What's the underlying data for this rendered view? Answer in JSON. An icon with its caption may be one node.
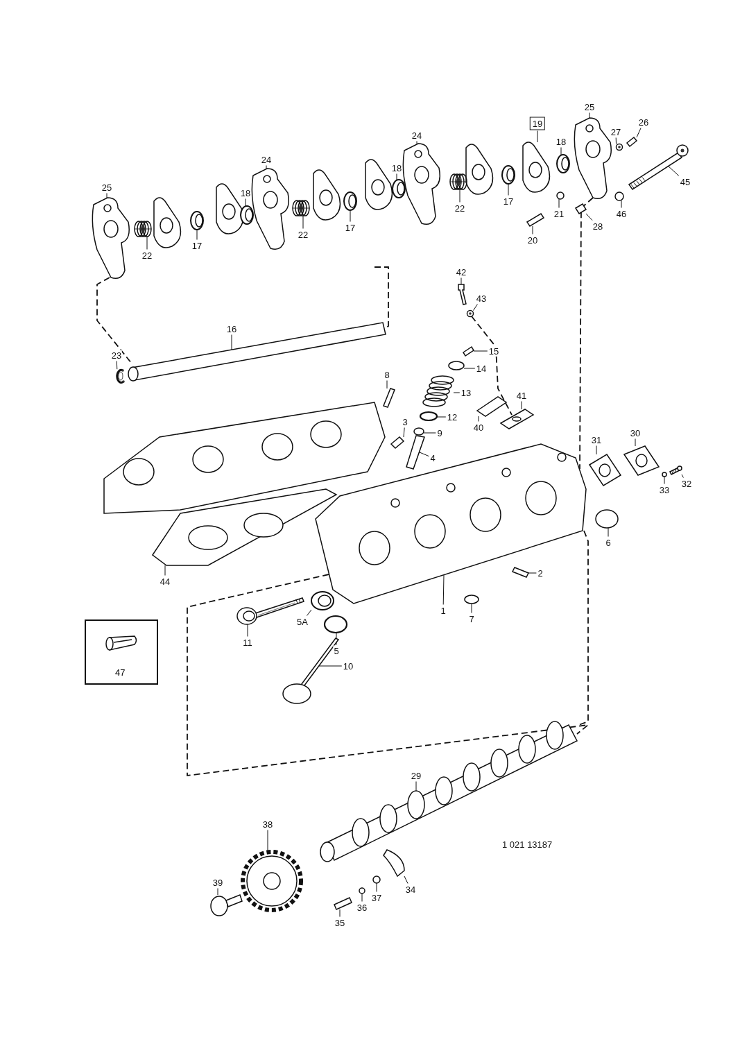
{
  "diagram": {
    "nodes": [
      {
        "text": [
          "25"
        ]
      },
      {
        "text": [
          "22"
        ]
      },
      {
        "text": [
          "17"
        ]
      },
      {
        "text": [
          "18"
        ]
      },
      {
        "text": [
          "24"
        ]
      },
      {
        "text": [
          "22"
        ]
      },
      {
        "text": [
          "17"
        ]
      },
      {
        "text": [
          "18"
        ]
      },
      {
        "text": [
          "24"
        ]
      },
      {
        "text": [
          "22"
        ]
      },
      {
        "text": [
          "17"
        ]
      },
      {
        "text": [
          "19"
        ]
      },
      {
        "text": [
          "18"
        ]
      },
      {
        "text": [
          "25"
        ]
      },
      {
        "text": [
          "27"
        ]
      },
      {
        "text": [
          "26"
        ]
      },
      {
        "text": [
          "28"
        ]
      },
      {
        "text": [
          "21"
        ]
      },
      {
        "text": [
          "20"
        ]
      },
      {
        "text": [
          "46"
        ]
      },
      {
        "text": [
          "45"
        ]
      },
      {
        "text": [
          "16"
        ]
      },
      {
        "text": [
          "23"
        ]
      },
      {
        "text": [
          "42"
        ]
      },
      {
        "text": [
          "43"
        ]
      },
      {
        "text": [
          "15"
        ]
      },
      {
        "text": [
          "14"
        ]
      },
      {
        "text": [
          "13"
        ]
      },
      {
        "text": [
          "12"
        ]
      },
      {
        "text": [
          "9"
        ]
      },
      {
        "text": [
          "4"
        ]
      },
      {
        "text": [
          "8"
        ]
      },
      {
        "text": [
          "3"
        ]
      },
      {
        "text": [
          "41"
        ]
      },
      {
        "text": [
          "40"
        ]
      },
      {
        "text": [
          "31"
        ]
      },
      {
        "text": [
          "30"
        ]
      },
      {
        "text": [
          "33"
        ]
      },
      {
        "text": [
          "32"
        ]
      },
      {
        "text": [
          "6"
        ]
      },
      {
        "text": [
          "44"
        ]
      },
      {
        "text": [
          "2"
        ]
      },
      {
        "text": [
          "1"
        ]
      },
      {
        "text": [
          "7"
        ]
      },
      {
        "text": [
          "5A"
        ]
      },
      {
        "text": [
          "11"
        ]
      },
      {
        "text": [
          "5"
        ]
      },
      {
        "text": [
          "10"
        ]
      },
      {
        "text": [
          "47"
        ]
      },
      {
        "text": [
          "29"
        ]
      },
      {
        "text": [
          "38"
        ]
      },
      {
        "text": [
          "39"
        ]
      },
      {
        "text": [
          "35"
        ]
      },
      {
        "text": [
          "36"
        ]
      },
      {
        "text": [
          "37"
        ]
      },
      {
        "text": [
          "34"
        ]
      },
      {
        "text": [],
        "shape": "picture"
      },
      {
        "text": [],
        "shape": "picture"
      },
      {
        "text": [],
        "shape": "picture"
      },
      {
        "text": [],
        "shape": "picture"
      },
      {
        "text": [],
        "shape": "picture"
      },
      {
        "text": [],
        "shape": "picture"
      },
      {
        "text": [],
        "shape": "picture"
      },
      {
        "text": [],
        "shape": "picture"
      },
      {
        "text": [],
        "shape": "picture"
      },
      {
        "text": [],
        "shape": "picture"
      },
      {
        "text": [],
        "shape": "picture"
      },
      {
        "text": [],
        "shape": "picture"
      },
      {
        "text": [],
        "shape": "picture"
      },
      {
        "text": [],
        "shape": "picture"
      },
      {
        "text": [],
        "shape": "picture"
      },
      {
        "text": [],
        "shape": "picture"
      },
      {
        "text": [],
        "shape": "picture"
      },
      {
        "text": [],
        "shape": "picture"
      },
      {
        "text": [],
        "shape": "picture"
      },
      {
        "text": [],
        "shape": "picture"
      },
      {
        "text": [],
        "shape": "picture"
      },
      {
        "text": [],
        "shape": "picture"
      },
      {
        "text": [],
        "shape": "picture"
      },
      {
        "text": [],
        "shape": "picture"
      },
      {
        "text": [],
        "shape": "picture"
      },
      {
        "text": [],
        "shape": "picture"
      },
      {
        "text": [],
        "shape": "picture"
      },
      {
        "text": [],
        "shape": "picture"
      },
      {
        "text": [],
        "shape": "picture"
      },
      {
        "text": [],
        "shape": "picture"
      },
      {
        "text": [],
        "shape": "picture"
      },
      {
        "text": [],
        "shape": "picture"
      },
      {
        "text": [],
        "shape": "picture"
      },
      {
        "text": [],
        "shape": "picture"
      },
      {
        "text": [],
        "shape": "picture"
      },
      {
        "text": [],
        "shape": "picture"
      },
      {
        "text": [],
        "shape": "picture"
      },
      {
        "text": [],
        "shape": "picture"
      },
      {
        "text": [],
        "shape": "picture"
      },
      {
        "text": [],
        "shape": "picture"
      },
      {
        "text": [],
        "shape": "picture"
      },
      {
        "text": [],
        "shape": "picture"
      },
      {
        "text": [],
        "shape": "picture"
      },
      {
        "text": [],
        "shape": "picture"
      },
      {
        "text": [],
        "shape": "picture"
      },
      {
        "text": [],
        "shape": "picture"
      },
      {
        "text": [],
        "shape": "picture"
      },
      {
        "text": [],
        "shape": "picture"
      },
      {
        "text": [],
        "shape": "picture"
      },
      {
        "text": [],
        "shape": "picture"
      },
      {
        "text": [],
        "shape": "picture"
      },
      {
        "text": [],
        "shape": "picture"
      },
      {
        "text": [],
        "shape": "picture"
      },
      {
        "text": [],
        "shape": "picture"
      },
      {
        "text": [],
        "shape": "picture"
      },
      {
        "text": [],
        "shape": "picture"
      }
    ],
    "edges": [
      {
        "from": 0,
        "to": 56,
        "arrow": "none"
      },
      {
        "from": 1,
        "to": 57,
        "arrow": "none"
      },
      {
        "from": 2,
        "to": 58,
        "arrow": "none"
      },
      {
        "from": 3,
        "to": 59,
        "arrow": "none"
      },
      {
        "from": 4,
        "to": 60,
        "arrow": "none"
      },
      {
        "from": 5,
        "to": 61,
        "arrow": "none"
      },
      {
        "from": 6,
        "to": 62,
        "arrow": "none"
      },
      {
        "from": 7,
        "to": 63,
        "arrow": "none"
      },
      {
        "from": 8,
        "to": 64,
        "arrow": "none"
      },
      {
        "from": 9,
        "to": 65,
        "arrow": "none"
      },
      {
        "from": 10,
        "to": 66,
        "arrow": "none"
      },
      {
        "from": 11,
        "to": 67,
        "arrow": "none"
      },
      {
        "from": 12,
        "to": 68,
        "arrow": "none"
      },
      {
        "from": 13,
        "to": 69,
        "arrow": "none"
      },
      {
        "from": 14,
        "to": 70,
        "arrow": "none"
      },
      {
        "from": 15,
        "to": 71,
        "arrow": "none"
      },
      {
        "from": 16,
        "to": 72,
        "arrow": "none"
      },
      {
        "from": 17,
        "to": 73,
        "arrow": "none"
      },
      {
        "from": 18,
        "to": 74,
        "arrow": "none"
      },
      {
        "from": 19,
        "to": 75,
        "arrow": "none"
      },
      {
        "from": 20,
        "to": 76,
        "arrow": "none"
      },
      {
        "from": 21,
        "to": 77,
        "arrow": "none"
      },
      {
        "from": 22,
        "to": 78,
        "arrow": "none"
      },
      {
        "from": 23,
        "to": 79,
        "arrow": "none"
      },
      {
        "from": 24,
        "to": 80,
        "arrow": "none"
      },
      {
        "from": 25,
        "to": 81,
        "arrow": "none"
      },
      {
        "from": 26,
        "to": 82,
        "arrow": "none"
      },
      {
        "from": 27,
        "to": 83,
        "arrow": "none"
      },
      {
        "from": 28,
        "to": 84,
        "arrow": "none"
      },
      {
        "from": 29,
        "to": 85,
        "arrow": "none"
      },
      {
        "from": 30,
        "to": 86,
        "arrow": "none"
      },
      {
        "from": 31,
        "to": 87,
        "arrow": "none"
      },
      {
        "from": 32,
        "to": 88,
        "arrow": "none"
      },
      {
        "from": 33,
        "to": 89,
        "arrow": "none"
      },
      {
        "from": 34,
        "to": 90,
        "arrow": "none"
      },
      {
        "from": 35,
        "to": 91,
        "arrow": "none"
      },
      {
        "from": 36,
        "to": 92,
        "arrow": "none"
      },
      {
        "from": 37,
        "to": 93,
        "arrow": "none"
      },
      {
        "from": 38,
        "to": 94,
        "arrow": "none"
      },
      {
        "from": 39,
        "to": 95,
        "arrow": "none"
      },
      {
        "from": 40,
        "to": 96,
        "arrow": "none"
      },
      {
        "from": 41,
        "to": 97,
        "arrow": "none"
      },
      {
        "from": 42,
        "to": 98,
        "arrow": "none"
      },
      {
        "from": 43,
        "to": 99,
        "arrow": "none"
      },
      {
        "from": 44,
        "to": 100,
        "arrow": "none"
      },
      {
        "from": 45,
        "to": 101,
        "arrow": "none"
      },
      {
        "from": 46,
        "to": 102,
        "arrow": "none"
      },
      {
        "from": 47,
        "to": 103,
        "arrow": "none"
      },
      {
        "from": 49,
        "to": 104,
        "arrow": "none"
      },
      {
        "from": 50,
        "to": 105,
        "arrow": "none"
      },
      {
        "from": 51,
        "to": 106,
        "arrow": "none"
      },
      {
        "from": 52,
        "to": 107,
        "arrow": "none"
      },
      {
        "from": 53,
        "to": 108,
        "arrow": "none"
      },
      {
        "from": 54,
        "to": 109,
        "arrow": "none"
      },
      {
        "from": 55,
        "to": 110,
        "arrow": "none"
      },
      {
        "from": 56,
        "to": 77,
        "arrow": "none",
        "style": "dashed"
      },
      {
        "from": null,
        "to": 77,
        "arrow": "none",
        "style": "dashed"
      },
      {
        "from": 69,
        "to": 98,
        "arrow": "none",
        "style": "dashed"
      },
      {
        "from": 80,
        "to": 89,
        "arrow": "none",
        "style": "dashed"
      },
      {
        "from": 98,
        "to": 104,
        "arrow": "none",
        "style": "dashed"
      },
      {
        "from": 98,
        "to": 104,
        "arrow": "none",
        "style": "dashed"
      }
    ],
    "labels": [
      "1 021 13187"
    ]
  }
}
